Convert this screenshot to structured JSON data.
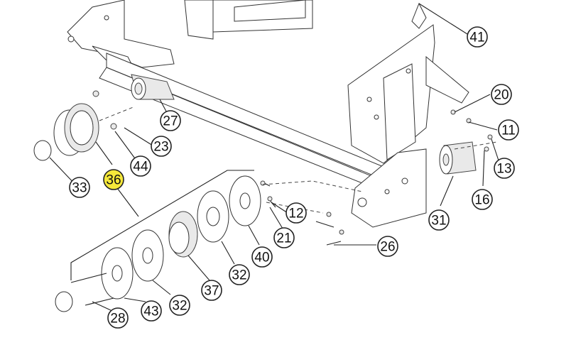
{
  "callouts": [
    {
      "id": "41",
      "label": "41",
      "highlight": false
    },
    {
      "id": "20",
      "label": "20",
      "highlight": false
    },
    {
      "id": "27",
      "label": "27",
      "highlight": false
    },
    {
      "id": "11",
      "label": "11",
      "highlight": false
    },
    {
      "id": "23",
      "label": "23",
      "highlight": false
    },
    {
      "id": "44",
      "label": "44",
      "highlight": false
    },
    {
      "id": "13",
      "label": "13",
      "highlight": false
    },
    {
      "id": "36",
      "label": "36",
      "highlight": true
    },
    {
      "id": "33",
      "label": "33",
      "highlight": false
    },
    {
      "id": "16",
      "label": "16",
      "highlight": false
    },
    {
      "id": "12",
      "label": "12",
      "highlight": false
    },
    {
      "id": "21",
      "label": "21",
      "highlight": false
    },
    {
      "id": "31",
      "label": "31",
      "highlight": false
    },
    {
      "id": "40",
      "label": "40",
      "highlight": false
    },
    {
      "id": "26",
      "label": "26",
      "highlight": false
    },
    {
      "id": "32a",
      "label": "32",
      "highlight": false
    },
    {
      "id": "37",
      "label": "37",
      "highlight": false
    },
    {
      "id": "32b",
      "label": "32",
      "highlight": false
    },
    {
      "id": "43",
      "label": "43",
      "highlight": false
    },
    {
      "id": "28",
      "label": "28",
      "highlight": false
    }
  ],
  "colors": {
    "highlight": "#f5e83a",
    "line": "#222222"
  }
}
